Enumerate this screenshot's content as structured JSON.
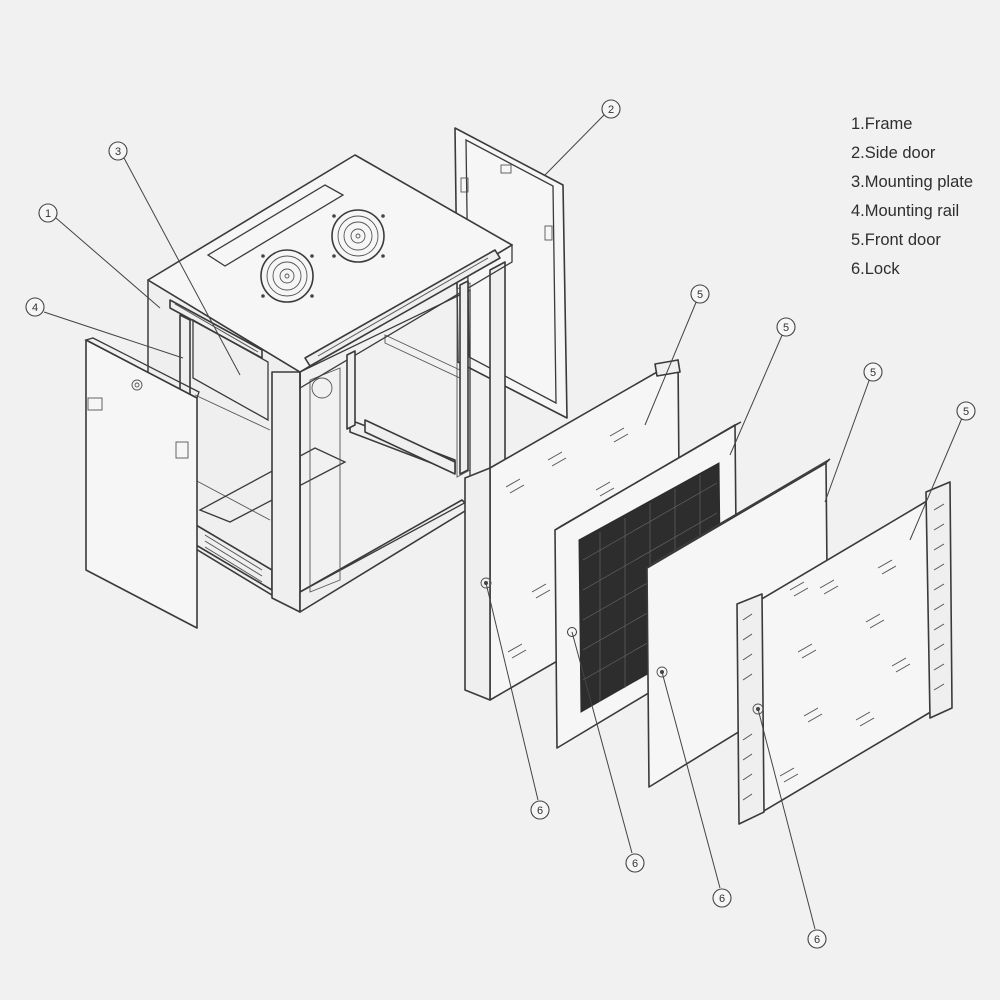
{
  "legend": {
    "items": [
      "1.Frame",
      "2.Side door",
      "3.Mounting plate",
      "4.Mounting rail",
      "5.Front door",
      "6.Lock"
    ]
  },
  "callouts": [
    {
      "number": "1",
      "points_to": "frame"
    },
    {
      "number": "2",
      "points_to": "side-door"
    },
    {
      "number": "3",
      "points_to": "mounting-plate"
    },
    {
      "number": "4",
      "points_to": "mounting-rail"
    },
    {
      "number": "5",
      "points_to": "front-door-glass"
    },
    {
      "number": "5",
      "points_to": "front-door-mesh"
    },
    {
      "number": "5",
      "points_to": "front-door-solid"
    },
    {
      "number": "5",
      "points_to": "front-door-glass-frame"
    },
    {
      "number": "6",
      "points_to": "lock-glass"
    },
    {
      "number": "6",
      "points_to": "lock-mesh"
    },
    {
      "number": "6",
      "points_to": "lock-solid"
    },
    {
      "number": "6",
      "points_to": "lock-glass-frame"
    }
  ]
}
